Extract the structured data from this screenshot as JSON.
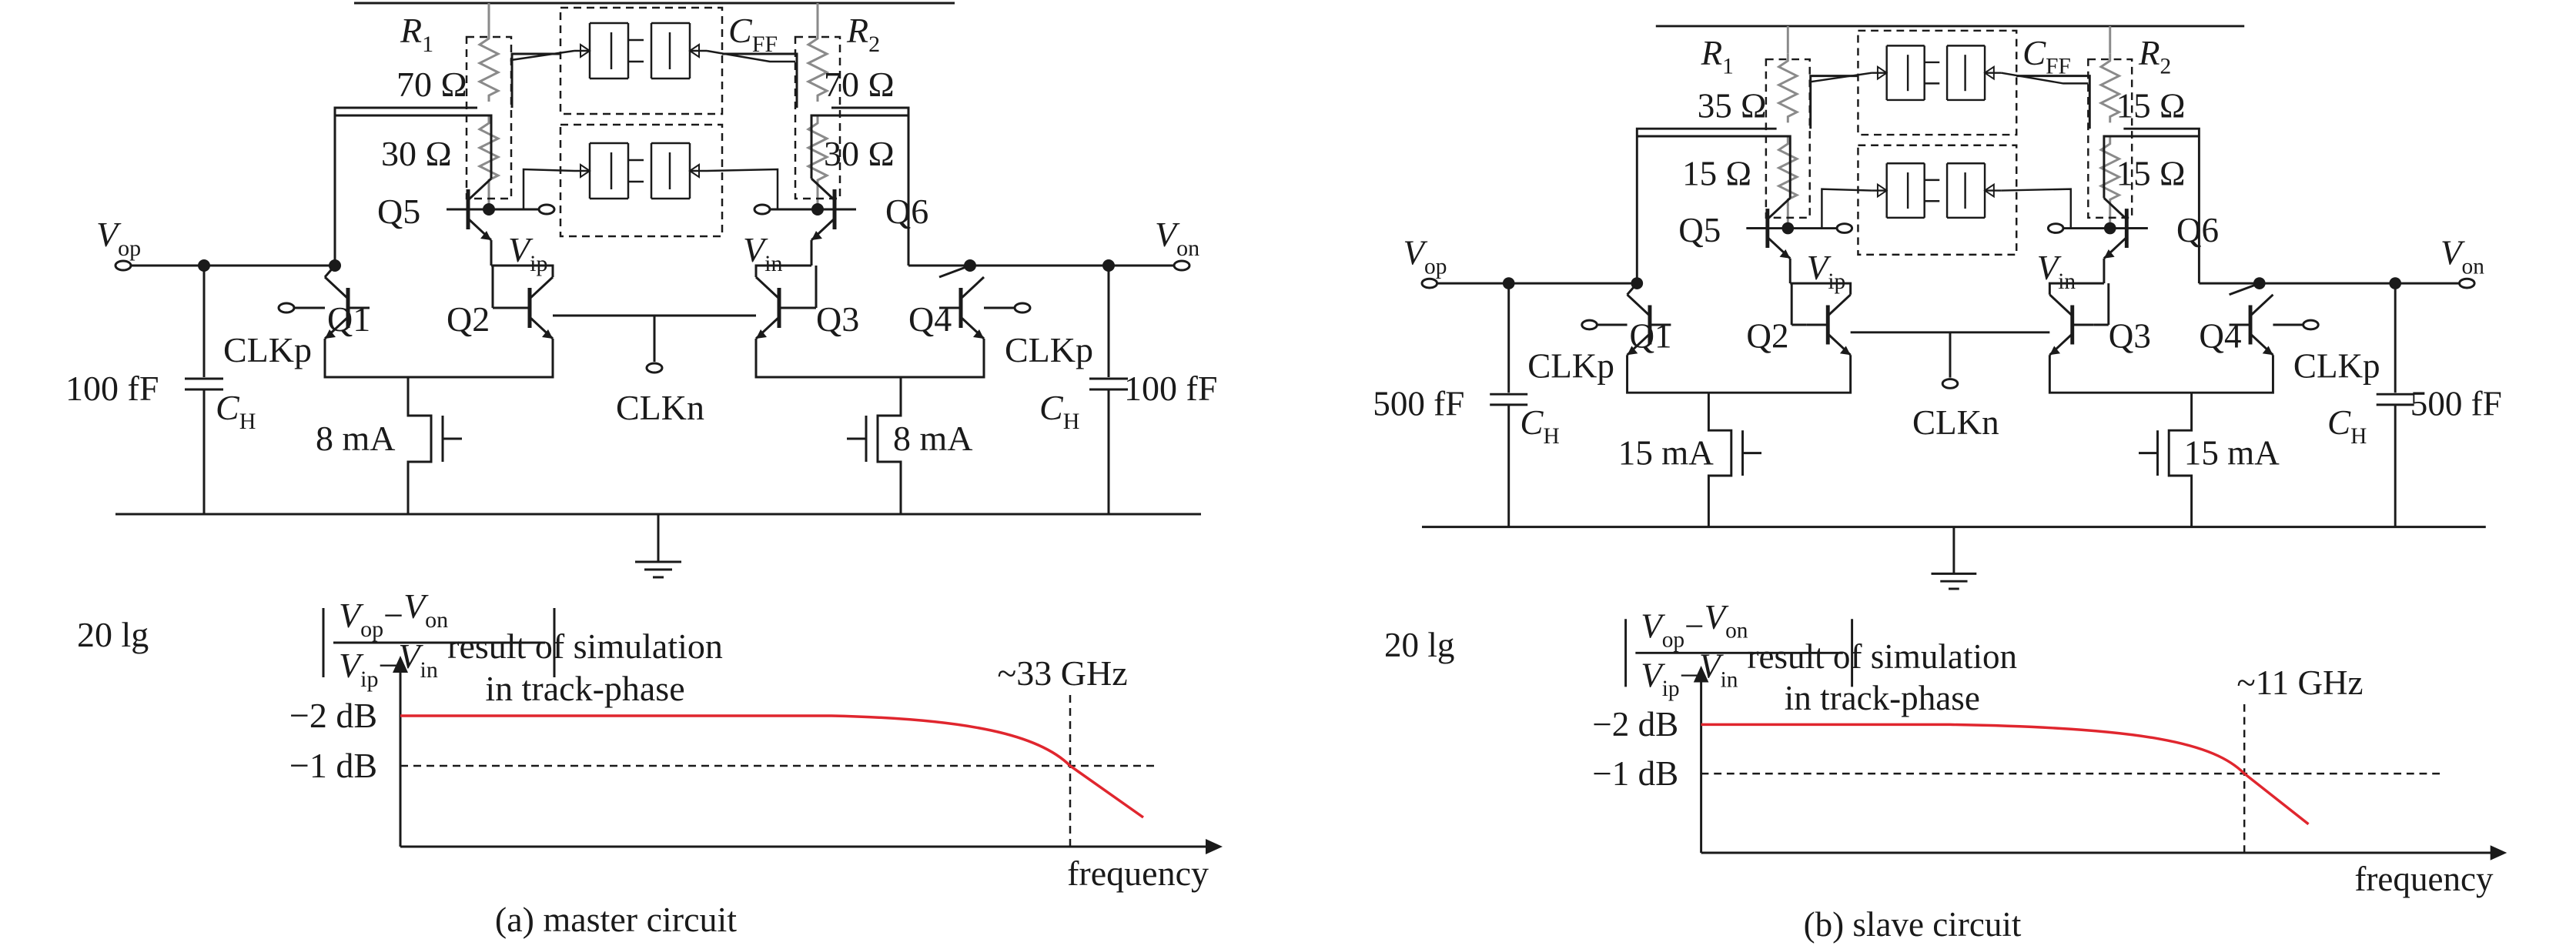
{
  "panels": [
    {
      "caption": "(a) master circuit",
      "r1_label": "R",
      "r1_sub": "1",
      "r2_label": "R",
      "r2_sub": "2",
      "cff_label": "C",
      "cff_sub": "FF",
      "r_top_left": "70 Ω",
      "r_bot_left": "30 Ω",
      "r_top_right": "70 Ω",
      "r_bot_right": "30 Ω",
      "q5": "Q5",
      "q6": "Q6",
      "q1": "Q1",
      "q2": "Q2",
      "q3": "Q3",
      "q4": "Q4",
      "vop": "V",
      "vop_sub": "op",
      "von": "V",
      "von_sub": "on",
      "vip": "V",
      "vip_sub": "ip",
      "vin": "V",
      "vin_sub": "in",
      "clkp_left": "CLKp",
      "clkp_right": "CLKp",
      "clkn": "CLKn",
      "ch_left": "C",
      "ch_left_sub": "H",
      "ch_right": "C",
      "ch_right_sub": "H",
      "cap_left": "100 fF",
      "cap_right": "100 fF",
      "cur_left": "8 mA",
      "cur_right": "8 mA",
      "gain_prefix": "20 lg",
      "frac_num_a": "V",
      "frac_num_a_sub": "op",
      "frac_num_b": "V",
      "frac_num_b_sub": "on",
      "frac_den_a": "V",
      "frac_den_a_sub": "ip",
      "frac_den_b": "V",
      "frac_den_b_sub": "in",
      "minus": "−",
      "sim_line1": "result of simulation",
      "sim_line2": "in track-phase",
      "db2": "−2 dB",
      "db1": "−1 dB",
      "freq_label": "frequency",
      "bw": "~33 GHz"
    },
    {
      "caption": "(b) slave circuit",
      "r1_label": "R",
      "r1_sub": "1",
      "r2_label": "R",
      "r2_sub": "2",
      "cff_label": "C",
      "cff_sub": "FF",
      "r_top_left": "35 Ω",
      "r_bot_left": "15 Ω",
      "r_top_right": "15 Ω",
      "r_bot_right": "15 Ω",
      "q5": "Q5",
      "q6": "Q6",
      "q1": "Q1",
      "q2": "Q2",
      "q3": "Q3",
      "q4": "Q4",
      "vop": "V",
      "vop_sub": "op",
      "von": "V",
      "von_sub": "on",
      "vip": "V",
      "vip_sub": "ip",
      "vin": "V",
      "vin_sub": "in",
      "clkp_left": "CLKp",
      "clkp_right": "CLKp",
      "clkn": "CLKn",
      "ch_left": "C",
      "ch_left_sub": "H",
      "ch_right": "C",
      "ch_right_sub": "H",
      "cap_left": "500 fF",
      "cap_right": "500 fF",
      "cur_left": "15 mA",
      "cur_right": "15 mA",
      "gain_prefix": "20 lg",
      "frac_num_a": "V",
      "frac_num_a_sub": "op",
      "frac_num_b": "V",
      "frac_num_b_sub": "on",
      "frac_den_a": "V",
      "frac_den_a_sub": "ip",
      "frac_den_b": "V",
      "frac_den_b_sub": "in",
      "minus": "−",
      "sim_line1": "result of simulation",
      "sim_line2": "in track-phase",
      "db2": "−2 dB",
      "db1": "−1 dB",
      "freq_label": "frequency",
      "bw": "~11 GHz"
    }
  ],
  "colors": {
    "wire": "#1a1a1a",
    "resistor": "#8a8a8a",
    "curve": "#e0262e"
  }
}
